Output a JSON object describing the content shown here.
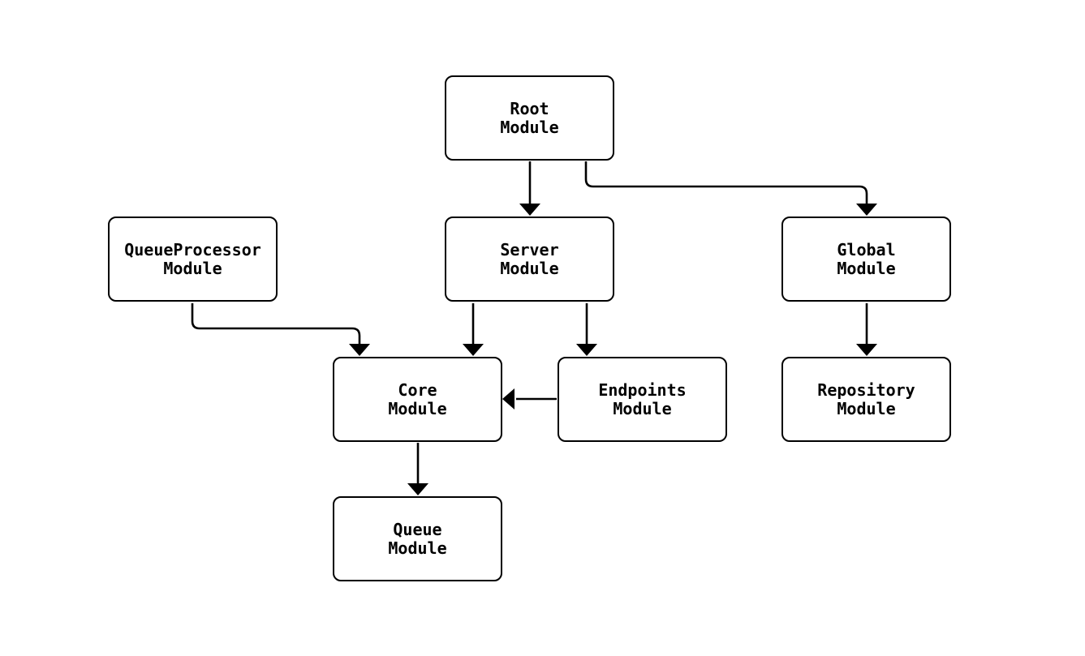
{
  "diagram": {
    "type": "module-dependency-graph",
    "background_color": "#ffffff",
    "stroke_color": "#000000",
    "node_fill_color": "#ffffff",
    "node_text_color": "#000000",
    "nodes": [
      {
        "id": "root",
        "label": "Root\nModule"
      },
      {
        "id": "queueprocessor",
        "label": "QueueProcessor\nModule"
      },
      {
        "id": "server",
        "label": "Server\nModule"
      },
      {
        "id": "global",
        "label": "Global\nModule"
      },
      {
        "id": "core",
        "label": "Core\nModule"
      },
      {
        "id": "endpoints",
        "label": "Endpoints\nModule"
      },
      {
        "id": "repository",
        "label": "Repository\nModule"
      },
      {
        "id": "queue",
        "label": "Queue\nModule"
      }
    ],
    "edges": [
      {
        "from": "root",
        "to": "server"
      },
      {
        "from": "root",
        "to": "global"
      },
      {
        "from": "queueprocessor",
        "to": "core"
      },
      {
        "from": "server",
        "to": "core"
      },
      {
        "from": "server",
        "to": "endpoints"
      },
      {
        "from": "endpoints",
        "to": "core"
      },
      {
        "from": "global",
        "to": "repository"
      },
      {
        "from": "core",
        "to": "queue"
      }
    ]
  }
}
